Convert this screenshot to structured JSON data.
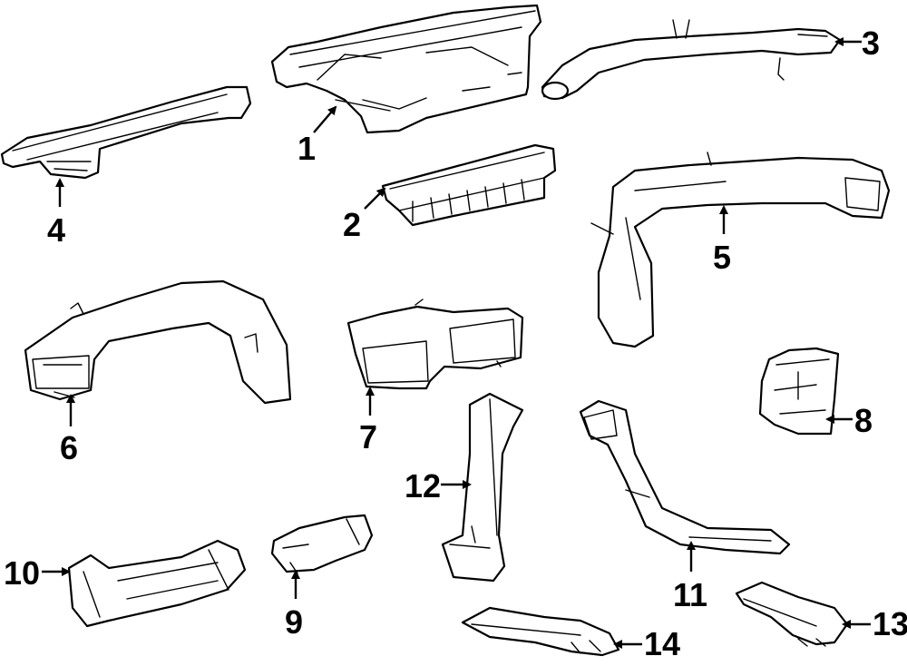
{
  "callouts": [
    {
      "id": "1",
      "text": "1"
    },
    {
      "id": "2",
      "text": "2"
    },
    {
      "id": "3",
      "text": "3"
    },
    {
      "id": "4",
      "text": "4"
    },
    {
      "id": "5",
      "text": "5"
    },
    {
      "id": "6",
      "text": "6"
    },
    {
      "id": "7",
      "text": "7"
    },
    {
      "id": "8",
      "text": "8"
    },
    {
      "id": "9",
      "text": "9"
    },
    {
      "id": "10",
      "text": "10"
    },
    {
      "id": "11",
      "text": "11"
    },
    {
      "id": "12",
      "text": "12"
    },
    {
      "id": "13",
      "text": "13"
    },
    {
      "id": "14",
      "text": "14"
    }
  ],
  "colors": {
    "line": "#000000",
    "fill": "#ffffff",
    "background": "#ffffff"
  }
}
